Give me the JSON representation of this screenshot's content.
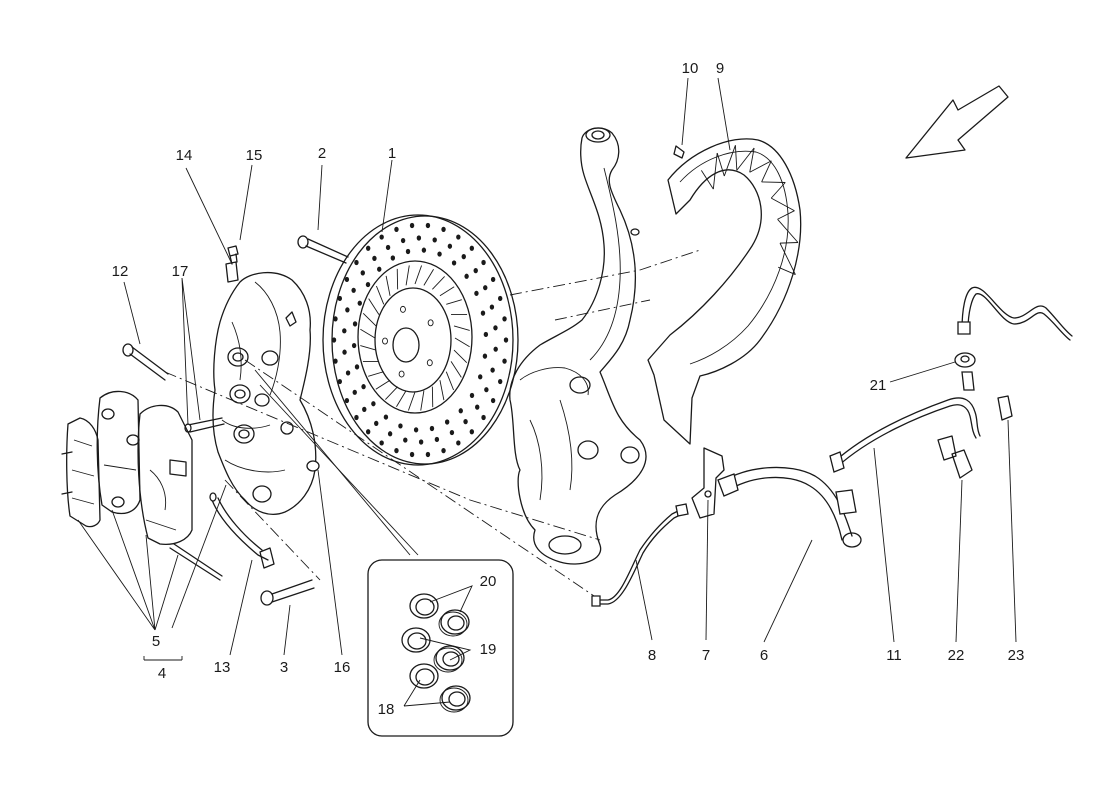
{
  "diagram": {
    "labels": [
      {
        "key": "l1",
        "text": "1"
      },
      {
        "key": "l2",
        "text": "2"
      },
      {
        "key": "l3",
        "text": "3"
      },
      {
        "key": "l4",
        "text": "4"
      },
      {
        "key": "l5",
        "text": "5"
      },
      {
        "key": "l6",
        "text": "6"
      },
      {
        "key": "l7",
        "text": "7"
      },
      {
        "key": "l8",
        "text": "8"
      },
      {
        "key": "l9",
        "text": "9"
      },
      {
        "key": "l10",
        "text": "10"
      },
      {
        "key": "l11",
        "text": "11"
      },
      {
        "key": "l12",
        "text": "12"
      },
      {
        "key": "l13",
        "text": "13"
      },
      {
        "key": "l14",
        "text": "14"
      },
      {
        "key": "l15",
        "text": "15"
      },
      {
        "key": "l16",
        "text": "16"
      },
      {
        "key": "l17",
        "text": "17"
      },
      {
        "key": "l18",
        "text": "18"
      },
      {
        "key": "l19",
        "text": "19"
      },
      {
        "key": "l20",
        "text": "20"
      },
      {
        "key": "l21",
        "text": "21"
      },
      {
        "key": "l22",
        "text": "22"
      },
      {
        "key": "l23",
        "text": "23"
      }
    ],
    "line_color": "#1a1a1a",
    "background": "#ffffff"
  }
}
